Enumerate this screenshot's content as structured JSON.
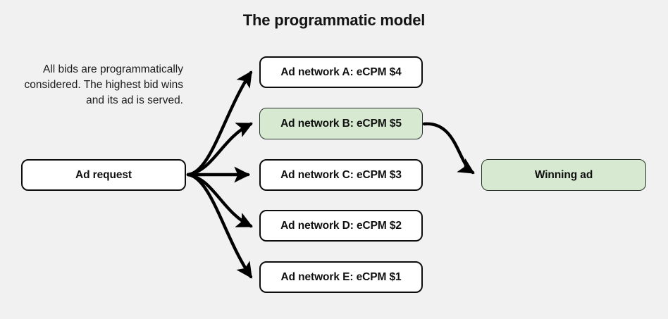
{
  "title": "The programmatic model",
  "description": "All bids are programmatically considered. The highest bid wins and its ad is served.",
  "nodes": {
    "ad_request": "Ad request",
    "network_a": "Ad network A: eCPM $4",
    "network_b": "Ad network B: eCPM $5",
    "network_c": "Ad network C: eCPM $3",
    "network_d": "Ad network D: eCPM $2",
    "network_e": "Ad network E: eCPM $1",
    "winning_ad": "Winning ad"
  },
  "colors": {
    "background": "#f1f1f1",
    "node_fill_default": "#ffffff",
    "node_fill_highlight": "#d7e9d0",
    "node_border_default": "#0d0d0d",
    "node_border_highlight": "#28322a",
    "text": "#101010",
    "arrow": "#000000"
  },
  "chart_data": {
    "type": "diagram",
    "title": "The programmatic model",
    "bids": [
      {
        "network": "Ad network A",
        "ecpm": 4,
        "currency": "$",
        "winner": false
      },
      {
        "network": "Ad network B",
        "ecpm": 5,
        "currency": "$",
        "winner": true
      },
      {
        "network": "Ad network C",
        "ecpm": 3,
        "currency": "$",
        "winner": false
      },
      {
        "network": "Ad network D",
        "ecpm": 2,
        "currency": "$",
        "winner": false
      },
      {
        "network": "Ad network E",
        "ecpm": 1,
        "currency": "$",
        "winner": false
      }
    ],
    "edges": [
      {
        "from": "Ad request",
        "to": "Ad network A: eCPM $4"
      },
      {
        "from": "Ad request",
        "to": "Ad network B: eCPM $5"
      },
      {
        "from": "Ad request",
        "to": "Ad network C: eCPM $3"
      },
      {
        "from": "Ad request",
        "to": "Ad network D: eCPM $2"
      },
      {
        "from": "Ad request",
        "to": "Ad network E: eCPM $1"
      },
      {
        "from": "Ad network B: eCPM $5",
        "to": "Winning ad"
      }
    ]
  }
}
